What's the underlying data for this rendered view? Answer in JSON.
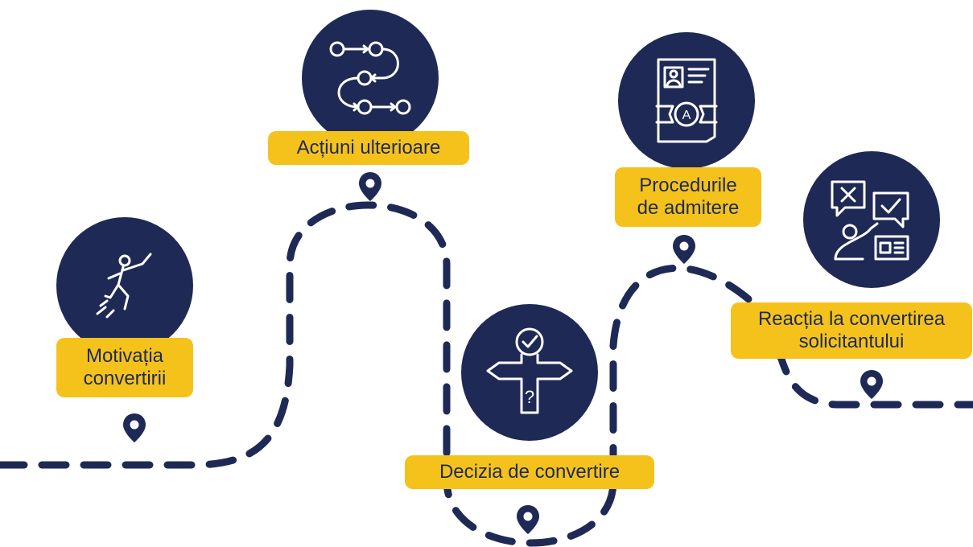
{
  "colors": {
    "navy": "#1e2a55",
    "yellow": "#f5c21b",
    "background": "#ffffff"
  },
  "steps": [
    {
      "label": "Motivația\nconvertirii",
      "icon": "running-person-icon"
    },
    {
      "label": "Acțiuni ulterioare",
      "icon": "workflow-path-icon"
    },
    {
      "label": "Decizia de convertire",
      "icon": "crossroads-sign-icon"
    },
    {
      "label": "Procedurile\nde admitere",
      "icon": "certificate-document-icon"
    },
    {
      "label": "Reacția la convertirea\nsolicitantului",
      "icon": "feedback-chat-icon"
    }
  ]
}
